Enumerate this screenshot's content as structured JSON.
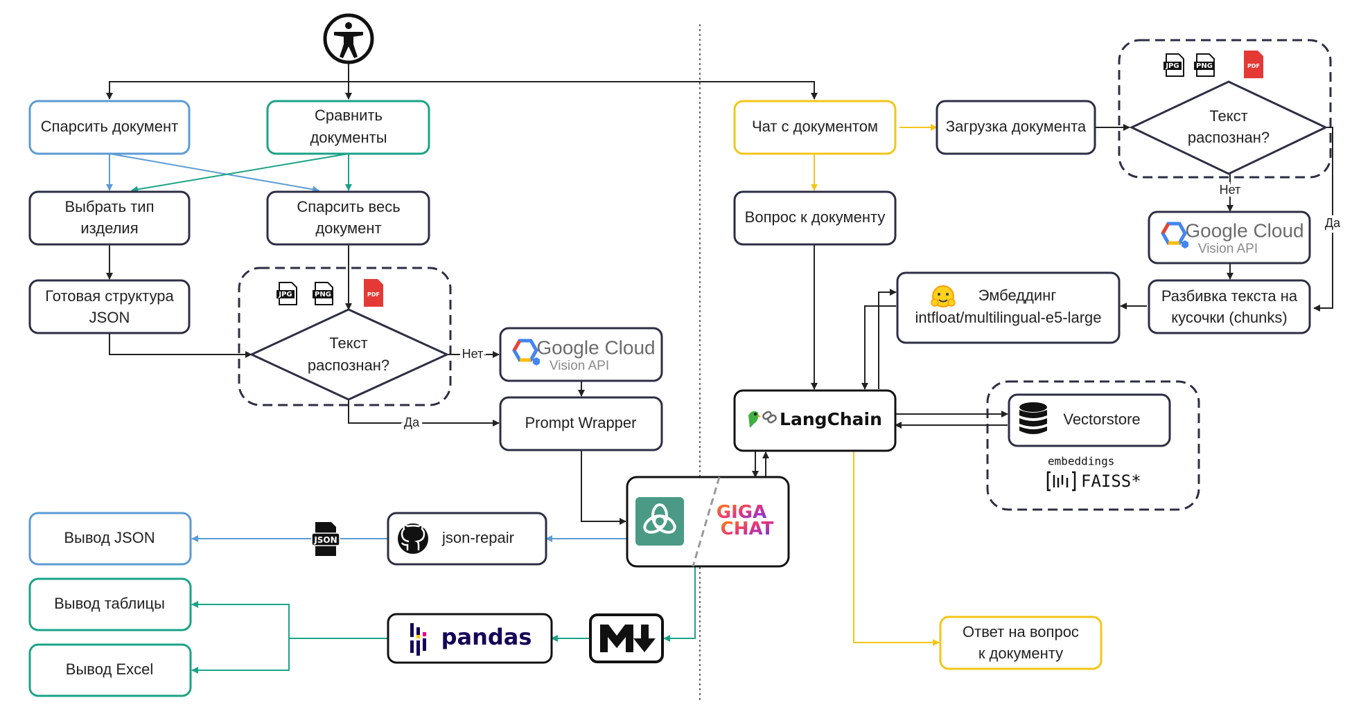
{
  "nodes": {
    "parse_doc": "Спарсить документ",
    "compare_docs_1": "Сравнить",
    "compare_docs_2": "документы",
    "choose_type_1": "Выбрать тип",
    "choose_type_2": "изделия",
    "parse_whole_1": "Спарсить весь",
    "parse_whole_2": "документ",
    "ready_json_1": "Готовая структура",
    "ready_json_2": "JSON",
    "text_recognized_1": "Текст",
    "text_recognized_2": "распознан?",
    "prompt_wrapper": "Prompt Wrapper",
    "json_repair": "json-repair",
    "output_json": "Вывод JSON",
    "output_table": "Вывод таблицы",
    "output_excel": "Вывод Excel",
    "pandas": "pandas",
    "chat_doc": "Чат с документом",
    "upload_doc": "Загрузка документа",
    "question_doc": "Вопрос к документу",
    "embedding_1": "Эмбеддинг",
    "embedding_2": "intfloat/multilingual-e5-large",
    "chunks_1": "Разбивка текста на",
    "chunks_2": "кусочки (chunks)",
    "langchain": "LangChain",
    "vectorstore": "Vectorstore",
    "embeddings_caption": "embeddings",
    "faiss": "FAISS*",
    "answer_1": "Ответ на вопрос",
    "answer_2": "к документу",
    "google_cloud": "Google Cloud",
    "vision_api": "Vision API",
    "giga_1": "GIGA",
    "giga_2": "CHAT"
  },
  "edge_labels": {
    "no": "Нет",
    "yes": "Да"
  },
  "file_badges": {
    "jpg": "JPG",
    "png": "PNG",
    "pdf": "PDF",
    "json": "JSON"
  },
  "colors": {
    "blue": "#5b9bd5",
    "teal": "#1aa386",
    "yellow": "#f5c518",
    "dark": "#2d2d44",
    "pdf_red": "#e53935",
    "openai_green": "#4a9a86",
    "google_blue": "#4285f4",
    "google_red": "#ea4335",
    "google_yellow": "#fbbc05",
    "google_green": "#34a853"
  },
  "icons": {
    "start": "accessibility-person-icon",
    "github": "github-icon",
    "openai": "openai-icon",
    "markdown": "markdown-icon",
    "database": "database-icon",
    "hugging_face": "hugging-face-icon",
    "parrot_link": "parrot-link-icon"
  }
}
